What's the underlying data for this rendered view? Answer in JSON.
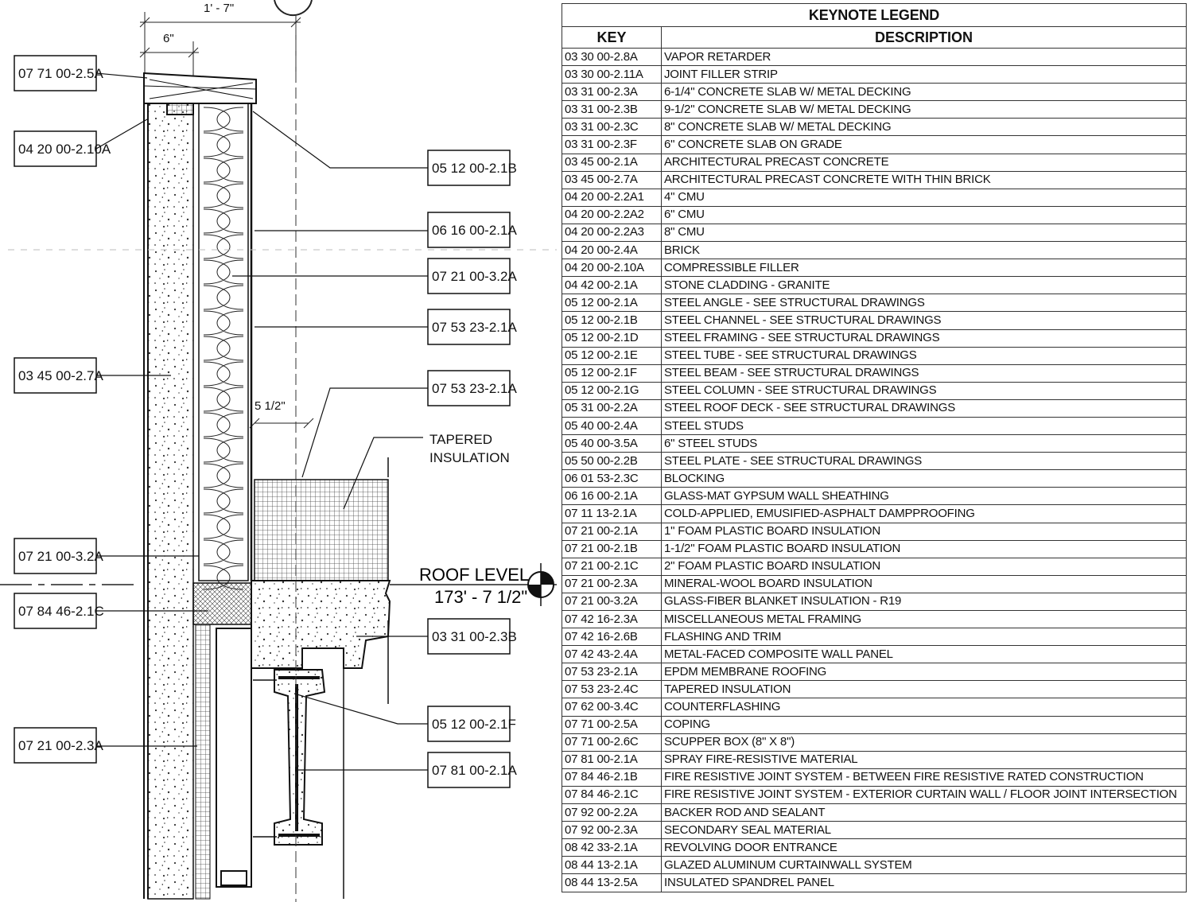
{
  "drawing": {
    "dims": {
      "overall": "1' - 7\"",
      "six": "6\"",
      "five_half": "5 1/2\""
    },
    "tags_left": [
      "07 71 00-2.5A",
      "04 20 00-2.10A",
      "03 45 00-2.7A",
      "07 21 00-3.2A",
      "07 84 46-2.1C",
      "07 21 00-2.3A"
    ],
    "tags_right": [
      "05 12 00-2.1B",
      "06 16 00-2.1A",
      "07 21 00-3.2A",
      "07 53 23-2.1A",
      "07 53 23-2.1A",
      "03 31 00-2.3B",
      "05 12 00-2.1F",
      "07 81 00-2.1A"
    ],
    "tapered": {
      "line1": "TAPERED",
      "line2": "INSULATION"
    },
    "level": {
      "name": "ROOF LEVEL",
      "elev": "173' - 7 1/2\""
    }
  },
  "legend": {
    "title": "KEYNOTE LEGEND",
    "col_key": "KEY",
    "col_desc": "DESCRIPTION",
    "rows": [
      [
        "03 30 00-2.8A",
        "VAPOR RETARDER"
      ],
      [
        "03 30 00-2.11A",
        "JOINT FILLER STRIP"
      ],
      [
        "03 31 00-2.3A",
        "6-1/4\" CONCRETE SLAB W/ METAL DECKING"
      ],
      [
        "03 31 00-2.3B",
        "9-1/2\" CONCRETE SLAB W/ METAL DECKING"
      ],
      [
        "03 31 00-2.3C",
        "8\" CONCRETE SLAB W/ METAL DECKING"
      ],
      [
        "03 31 00-2.3F",
        "6\" CONCRETE SLAB ON GRADE"
      ],
      [
        "03 45 00-2.1A",
        "ARCHITECTURAL PRECAST CONCRETE"
      ],
      [
        "03 45 00-2.7A",
        "ARCHITECTURAL PRECAST CONCRETE WITH THIN BRICK"
      ],
      [
        "04 20 00-2.2A1",
        "4\" CMU"
      ],
      [
        "04 20 00-2.2A2",
        "6\" CMU"
      ],
      [
        "04 20 00-2.2A3",
        "8\" CMU"
      ],
      [
        "04 20 00-2.4A",
        "BRICK"
      ],
      [
        "04 20 00-2.10A",
        "COMPRESSIBLE FILLER"
      ],
      [
        "04 42 00-2.1A",
        "STONE CLADDING - GRANITE"
      ],
      [
        "05 12 00-2.1A",
        "STEEL ANGLE - SEE STRUCTURAL DRAWINGS"
      ],
      [
        "05 12 00-2.1B",
        "STEEL CHANNEL - SEE STRUCTURAL DRAWINGS"
      ],
      [
        "05 12 00-2.1D",
        "STEEL FRAMING - SEE STRUCTURAL DRAWINGS"
      ],
      [
        "05 12 00-2.1E",
        "STEEL TUBE - SEE STRUCTURAL DRAWINGS"
      ],
      [
        "05 12 00-2.1F",
        "STEEL BEAM - SEE STRUCTURAL DRAWINGS"
      ],
      [
        "05 12 00-2.1G",
        "STEEL COLUMN - SEE STRUCTURAL DRAWINGS"
      ],
      [
        "05 31 00-2.2A",
        "STEEL ROOF DECK - SEE STRUCTURAL DRAWINGS"
      ],
      [
        "05 40 00-2.4A",
        "STEEL STUDS"
      ],
      [
        "05 40 00-3.5A",
        "6\" STEEL STUDS"
      ],
      [
        "05 50 00-2.2B",
        "STEEL PLATE - SEE STRUCTURAL DRAWINGS"
      ],
      [
        "06 01 53-2.3C",
        "BLOCKING"
      ],
      [
        "06 16 00-2.1A",
        "GLASS-MAT GYPSUM WALL SHEATHING"
      ],
      [
        "07 11 13-2.1A",
        "COLD-APPLIED, EMUSIFIED-ASPHALT DAMPPROOFING"
      ],
      [
        "07 21 00-2.1A",
        "1\" FOAM PLASTIC BOARD INSULATION"
      ],
      [
        "07 21 00-2.1B",
        "1-1/2\" FOAM PLASTIC BOARD INSULATION"
      ],
      [
        "07 21 00-2.1C",
        "2\" FOAM PLASTIC BOARD INSULATION"
      ],
      [
        "07 21 00-2.3A",
        "MINERAL-WOOL BOARD INSULATION"
      ],
      [
        "07 21 00-3.2A",
        "GLASS-FIBER BLANKET INSULATION - R19"
      ],
      [
        "07 42 16-2.3A",
        "MISCELLANEOUS METAL FRAMING"
      ],
      [
        "07 42 16-2.6B",
        "FLASHING AND TRIM"
      ],
      [
        "07 42 43-2.4A",
        "METAL-FACED COMPOSITE WALL PANEL"
      ],
      [
        "07 53 23-2.1A",
        "EPDM MEMBRANE ROOFING"
      ],
      [
        "07 53 23-2.4C",
        "TAPERED INSULATION"
      ],
      [
        "07 62 00-3.4C",
        "COUNTERFLASHING"
      ],
      [
        "07 71 00-2.5A",
        "COPING"
      ],
      [
        "07 71 00-2.6C",
        "SCUPPER BOX (8\" X 8\")"
      ],
      [
        "07 81 00-2.1A",
        "SPRAY FIRE-RESISTIVE MATERIAL"
      ],
      [
        "07 84 46-2.1B",
        "FIRE RESISTIVE JOINT SYSTEM - BETWEEN FIRE RESISTIVE RATED CONSTRUCTION"
      ],
      [
        "07 84 46-2.1C",
        "FIRE RESISTIVE JOINT SYSTEM - EXTERIOR CURTAIN WALL / FLOOR JOINT INTERSECTION"
      ],
      [
        "07 92 00-2.2A",
        "BACKER ROD AND SEALANT"
      ],
      [
        "07 92 00-2.3A",
        "SECONDARY SEAL MATERIAL"
      ],
      [
        "08 42 33-2.1A",
        "REVOLVING DOOR ENTRANCE"
      ],
      [
        "08 44 13-2.1A",
        "GLAZED ALUMINUM CURTAINWALL SYSTEM"
      ],
      [
        "08 44 13-2.5A",
        "INSULATED SPANDREL PANEL"
      ]
    ]
  }
}
